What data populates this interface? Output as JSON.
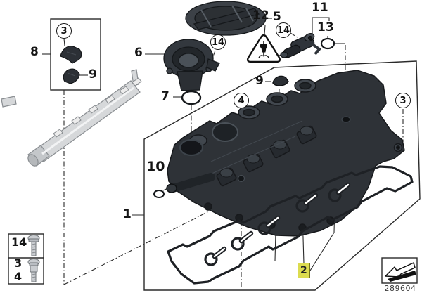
{
  "diagram": {
    "footer_code": "289604",
    "highlight_color": "#dcdc4f",
    "line_color": "#222222",
    "part_dark_color": "#2e3237",
    "rail_gray_color": "#d6d8da"
  },
  "icons": {
    "hazard": "spark-plug-warning-triangle",
    "stamp": "down-left-direction-arrow"
  },
  "callouts": {
    "part8": "8",
    "clamp3_circle": "3",
    "clamp9": "9",
    "cap5": "5",
    "neck6": "6",
    "seal14_circle": "14",
    "oring7": "7",
    "warning12": "12",
    "sensor11": "11",
    "sensor14_circle": "14",
    "oring13": "13",
    "bolt3_circle": "3",
    "screw4_circle": "4",
    "clamp9_mounted": "9",
    "oring10": "10",
    "cover1": "1",
    "gasket2": "2"
  },
  "legend_table": {
    "row1": "14",
    "row2a": "3",
    "row2b": "4"
  }
}
